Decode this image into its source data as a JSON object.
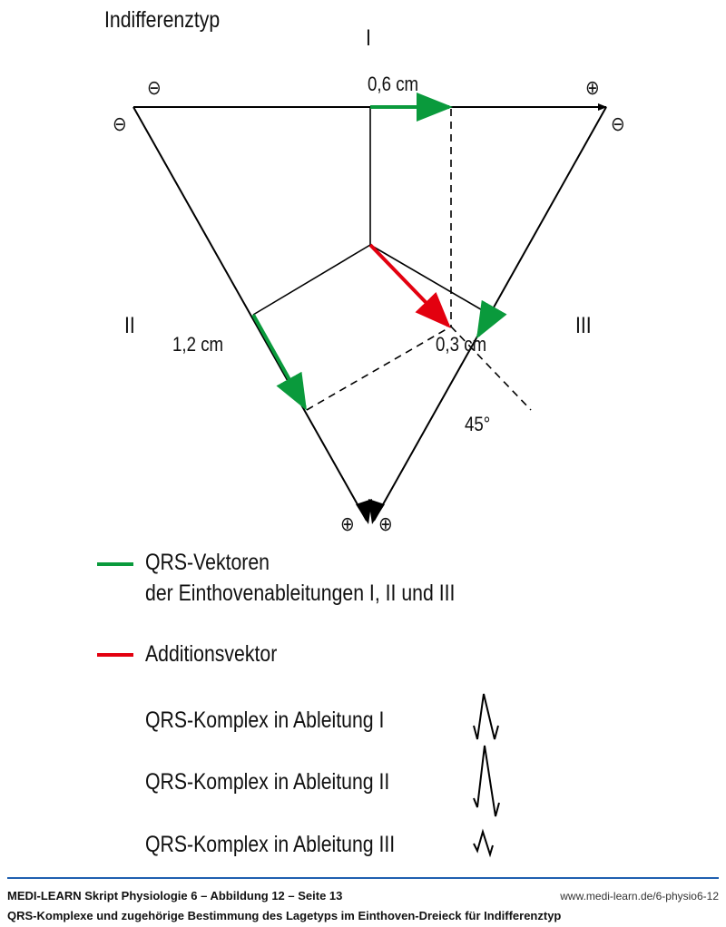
{
  "title": "Indifferenztyp",
  "leads": {
    "I": "I",
    "II": "II",
    "III": "III"
  },
  "measurements": {
    "lead_I": "0,6 cm",
    "lead_II": "1,2 cm",
    "lead_III": "0,3 cm",
    "angle": "45°"
  },
  "polarity": {
    "minus": "⊖",
    "plus": "⊕"
  },
  "legend": {
    "green_line1": "QRS-Vektoren",
    "green_line2": "der Einthovenableitungen I, II und III",
    "red": "Additionsvektor",
    "qrs_I": "QRS-Komplex in Ableitung I",
    "qrs_II": "QRS-Komplex in Ableitung II",
    "qrs_III": "QRS-Komplex in Ableitung III"
  },
  "colors": {
    "green": "#0a9a3c",
    "red": "#e3000f",
    "rule": "#1f5fb0"
  },
  "footer": {
    "source": "MEDI-LEARN Skript Physiologie 6 – Abbildung 12 – Seite 13",
    "url": "www.medi-learn.de/6-physio6-12",
    "caption": "QRS-Komplexe und zugehörige Bestimmung des Lagetyps im Einthoven-Dreieck für Indifferenztyp"
  }
}
